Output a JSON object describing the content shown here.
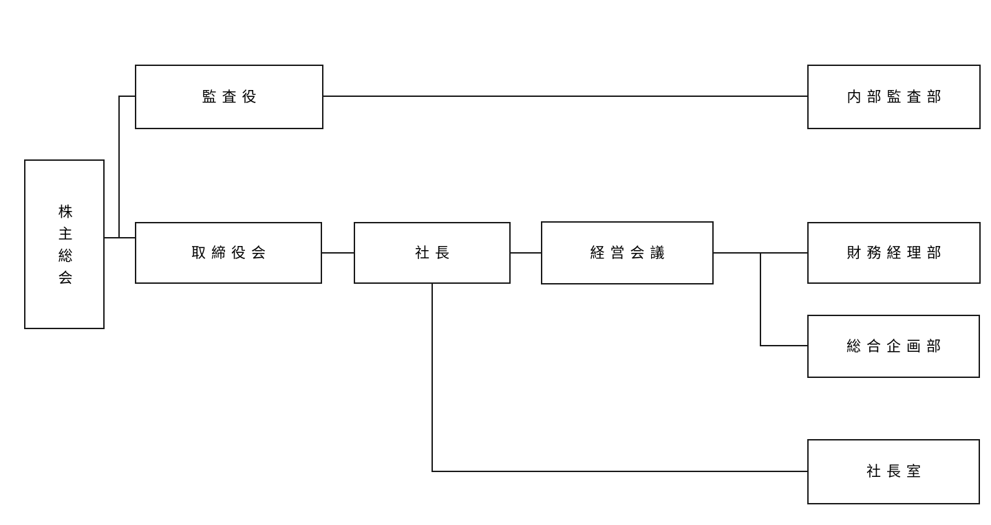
{
  "diagram": {
    "type": "org-chart",
    "nodes": {
      "shareholders": {
        "label": "株主総会"
      },
      "auditor": {
        "label": "監査役"
      },
      "internal_audit": {
        "label": "内部監査部"
      },
      "board": {
        "label": "取締役会"
      },
      "president": {
        "label": "社長"
      },
      "management_meeting": {
        "label": "経営会議"
      },
      "finance_accounting": {
        "label": "財務経理部"
      },
      "corporate_planning": {
        "label": "総合企画部"
      },
      "presidents_office": {
        "label": "社長室"
      }
    },
    "edges": [
      {
        "from": "株主総会",
        "to": "監査役"
      },
      {
        "from": "株主総会",
        "to": "取締役会"
      },
      {
        "from": "監査役",
        "to": "内部監査部"
      },
      {
        "from": "取締役会",
        "to": "社長"
      },
      {
        "from": "社長",
        "to": "経営会議"
      },
      {
        "from": "経営会議",
        "to": "財務経理部"
      },
      {
        "from": "経営会議",
        "to": "総合企画部"
      },
      {
        "from": "社長",
        "to": "社長室"
      }
    ],
    "colors": {
      "line": "#1a1a1a",
      "background": "#ffffff",
      "text": "#000000"
    }
  }
}
